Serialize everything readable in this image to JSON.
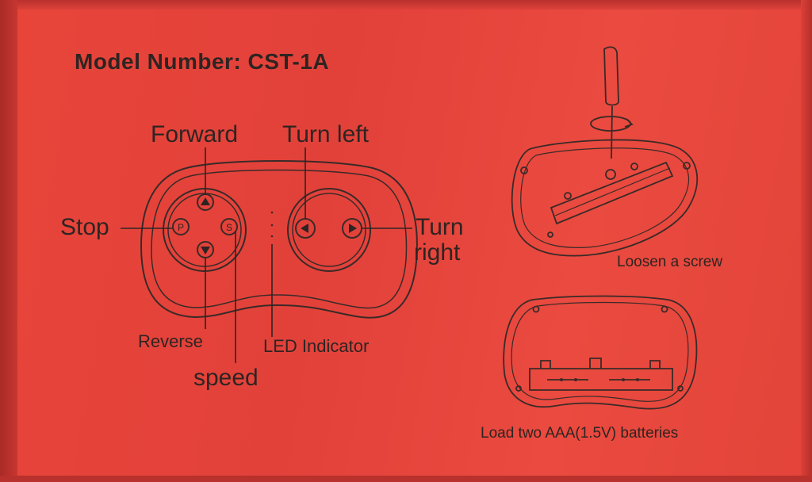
{
  "title": "Model Number: CST-1A",
  "labels": {
    "forward": "Forward",
    "turn_left": "Turn left",
    "stop": "Stop",
    "turn": "Turn",
    "right": "right",
    "reverse": "Reverse",
    "speed": "speed",
    "led": "LED Indicator",
    "loosen": "Loosen a screw",
    "load": "Load two AAA(1.5V) batteries"
  },
  "button_glyphs": {
    "stop": "P",
    "speed": "S"
  },
  "colors": {
    "background": "#e5443a",
    "ink": "#2e2422"
  }
}
